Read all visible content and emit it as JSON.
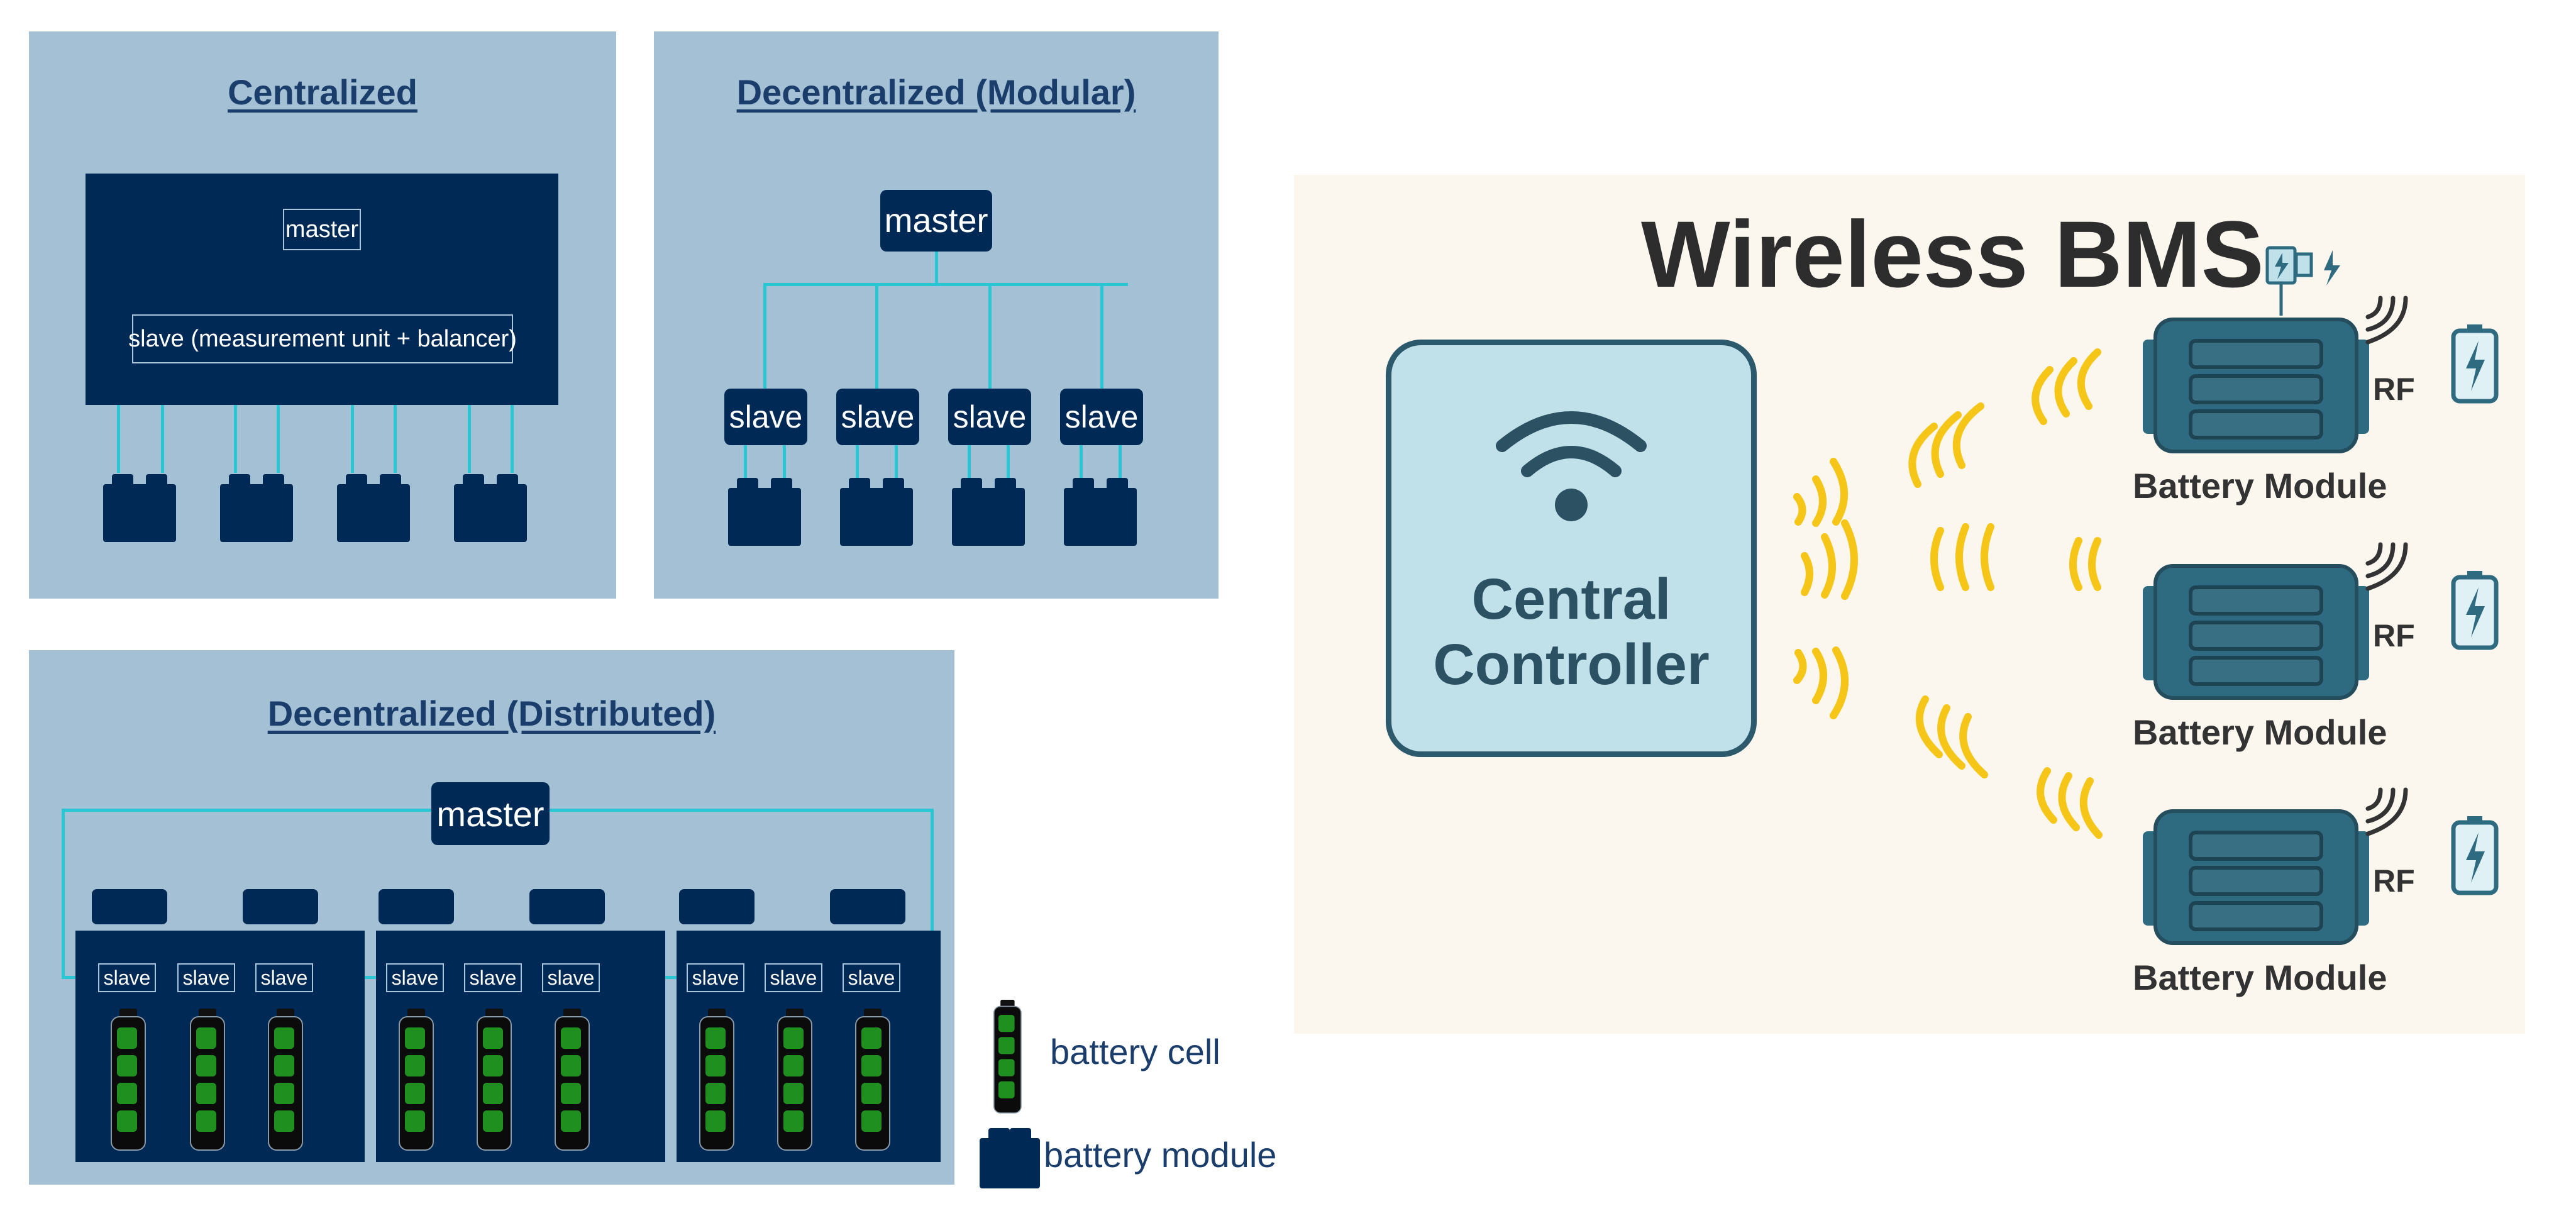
{
  "centralized": {
    "title": "Centralized",
    "master": "master",
    "slave": "slave (measurement unit + balancer)"
  },
  "modular": {
    "title": "Decentralized (Modular)",
    "master": "master",
    "slaves": [
      "slave",
      "slave",
      "slave",
      "slave"
    ]
  },
  "distributed": {
    "title": "Decentralized (Distributed)",
    "master": "master",
    "slaves": [
      "slave",
      "slave",
      "slave",
      "slave",
      "slave",
      "slave",
      "slave",
      "slave",
      "slave"
    ]
  },
  "legend": {
    "cell": "battery cell",
    "module": "battery module"
  },
  "wireless": {
    "title": "Wireless BMS",
    "controller_line1": "Central",
    "controller_line2": "Controller",
    "modules": [
      {
        "label": "Battery Module",
        "rf": "RF"
      },
      {
        "label": "Battery Module",
        "rf": "RF"
      },
      {
        "label": "Battery Module",
        "rf": "RF"
      }
    ]
  },
  "colors": {
    "panel": "#a3c0d4",
    "navy": "#002a55",
    "wire": "#29c7d4",
    "cell_green": "#1f8f1f",
    "signal": "#f5c518",
    "module_teal": "#2e6a80"
  }
}
